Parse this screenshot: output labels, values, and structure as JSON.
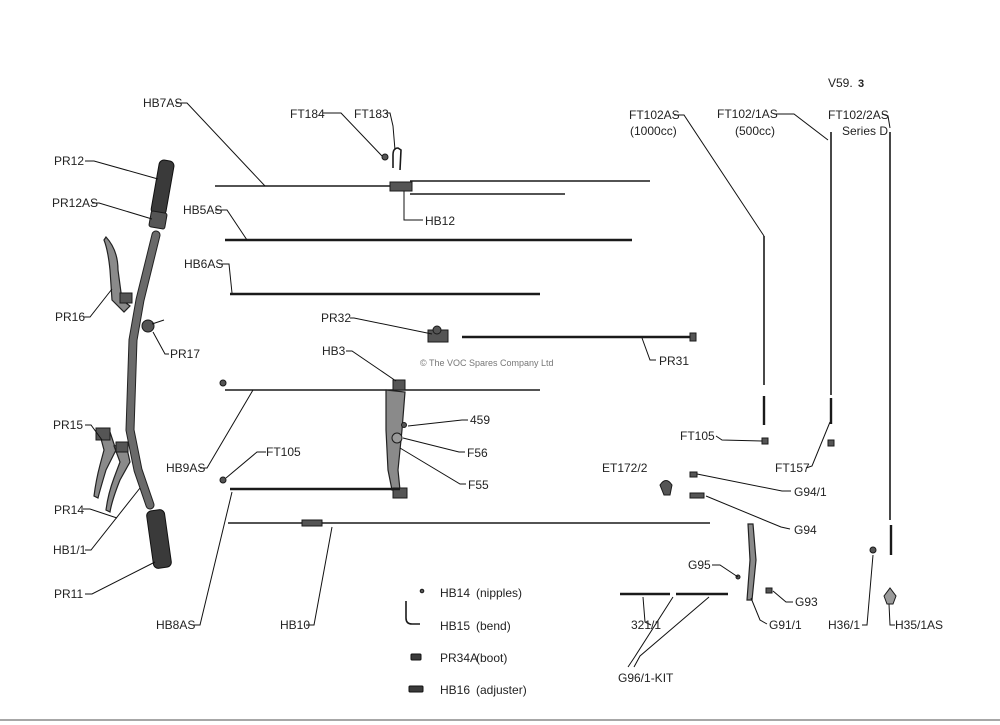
{
  "ref": {
    "prefix": "V59.",
    "number": "3"
  },
  "watermark": "© The VOC Spares Company Ltd",
  "labels": {
    "HB7AS": "HB7AS",
    "FT184": "FT184",
    "FT183": "FT183",
    "PR12": "PR12",
    "PR12AS": "PR12AS",
    "HB5AS": "HB5AS",
    "HB12": "HB12",
    "HB6AS": "HB6AS",
    "PR16": "PR16",
    "PR32": "PR32",
    "PR17": "PR17",
    "HB3": "HB3",
    "PR31": "PR31",
    "PR15": "PR15",
    "459": "459",
    "F56": "F56",
    "HB9AS": "HB9AS",
    "FT105_left": "FT105",
    "F55": "F55",
    "PR14": "PR14",
    "HB1_1": "HB1/1",
    "PR11": "PR11",
    "HB8AS": "HB8AS",
    "HB10": "HB10",
    "FT102AS": "FT102AS",
    "FT102AS_sub": "(1000cc)",
    "FT102_1AS": "FT102/1AS",
    "FT102_1AS_sub": "(500cc)",
    "FT102_2AS": "FT102/2AS",
    "FT102_2AS_sub": "Series D",
    "FT105_right": "FT105",
    "FT157": "FT157",
    "ET172_2": "ET172/2",
    "G94_1": "G94/1",
    "G94": "G94",
    "G95": "G95",
    "G93": "G93",
    "G91_1": "G91/1",
    "321_1": "321/1",
    "G96_1_KIT": "G96/1-KIT",
    "H36_1": "H36/1",
    "H35_1AS": "H35/1AS"
  },
  "legend": [
    {
      "code": "HB14",
      "desc": "(nipples)",
      "icon": "nipple-icon"
    },
    {
      "code": "HB15",
      "desc": "(bend)",
      "icon": "bend-icon"
    },
    {
      "code": "PR34A",
      "desc": "(boot)",
      "icon": "boot-icon"
    },
    {
      "code": "HB16",
      "desc": "(adjuster)",
      "icon": "adjuster-icon"
    }
  ]
}
